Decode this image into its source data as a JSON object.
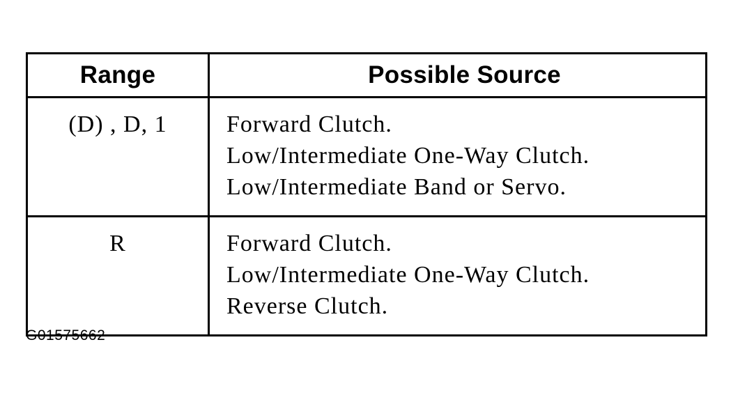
{
  "table": {
    "headers": {
      "range": "Range",
      "source": "Possible Source"
    },
    "rows": [
      {
        "range": "(D) , D, 1",
        "sources": [
          "Forward Clutch.",
          "Low/Intermediate One-Way Clutch.",
          "Low/Intermediate Band or Servo."
        ]
      },
      {
        "range": "R",
        "sources": [
          "Forward Clutch.",
          "Low/Intermediate One-Way Clutch.",
          "Reverse Clutch."
        ]
      }
    ]
  },
  "figure_id": "G01575662"
}
